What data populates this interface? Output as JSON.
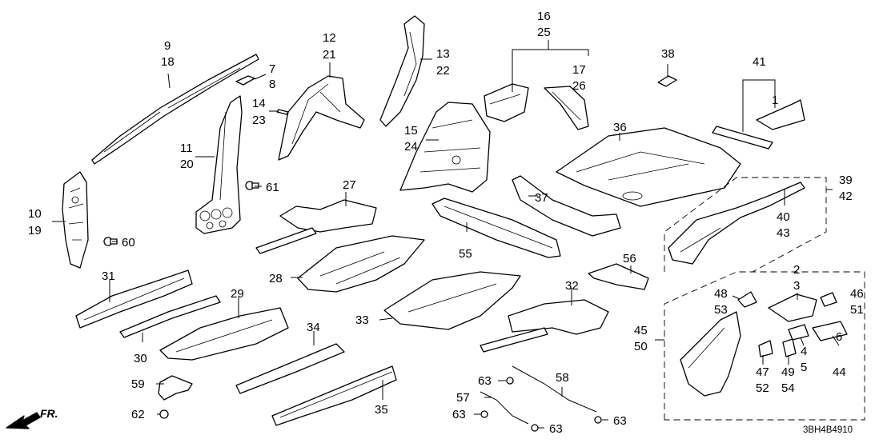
{
  "diagram": {
    "code": "3BH4B4910",
    "direction": "FR."
  },
  "labels": [
    {
      "id": "9",
      "text": "9"
    },
    {
      "id": "18",
      "text": "18"
    },
    {
      "id": "7",
      "text": "7"
    },
    {
      "id": "8",
      "text": "8"
    },
    {
      "id": "12",
      "text": "12"
    },
    {
      "id": "21",
      "text": "21"
    },
    {
      "id": "13",
      "text": "13"
    },
    {
      "id": "22",
      "text": "22"
    },
    {
      "id": "14",
      "text": "14"
    },
    {
      "id": "23",
      "text": "23"
    },
    {
      "id": "11",
      "text": "11"
    },
    {
      "id": "20",
      "text": "20"
    },
    {
      "id": "10",
      "text": "10"
    },
    {
      "id": "19",
      "text": "19"
    },
    {
      "id": "61",
      "text": "61"
    },
    {
      "id": "60",
      "text": "60"
    },
    {
      "id": "15",
      "text": "15"
    },
    {
      "id": "24",
      "text": "24"
    },
    {
      "id": "16",
      "text": "16"
    },
    {
      "id": "25",
      "text": "25"
    },
    {
      "id": "17",
      "text": "17"
    },
    {
      "id": "26",
      "text": "26"
    },
    {
      "id": "38",
      "text": "38"
    },
    {
      "id": "41",
      "text": "41"
    },
    {
      "id": "1",
      "text": "1"
    },
    {
      "id": "36",
      "text": "36"
    },
    {
      "id": "27",
      "text": "27"
    },
    {
      "id": "37",
      "text": "37"
    },
    {
      "id": "39",
      "text": "39"
    },
    {
      "id": "42",
      "text": "42"
    },
    {
      "id": "40",
      "text": "40"
    },
    {
      "id": "43",
      "text": "43"
    },
    {
      "id": "28",
      "text": "28"
    },
    {
      "id": "55",
      "text": "55"
    },
    {
      "id": "56",
      "text": "56"
    },
    {
      "id": "31",
      "text": "31"
    },
    {
      "id": "29",
      "text": "29"
    },
    {
      "id": "30",
      "text": "30"
    },
    {
      "id": "33",
      "text": "33"
    },
    {
      "id": "32",
      "text": "32"
    },
    {
      "id": "34",
      "text": "34"
    },
    {
      "id": "35",
      "text": "35"
    },
    {
      "id": "59",
      "text": "59"
    },
    {
      "id": "62",
      "text": "62"
    },
    {
      "id": "63a",
      "text": "63"
    },
    {
      "id": "63b",
      "text": "63"
    },
    {
      "id": "63c",
      "text": "63"
    },
    {
      "id": "63d",
      "text": "63"
    },
    {
      "id": "57",
      "text": "57"
    },
    {
      "id": "58",
      "text": "58"
    },
    {
      "id": "2",
      "text": "2"
    },
    {
      "id": "3",
      "text": "3"
    },
    {
      "id": "48",
      "text": "48"
    },
    {
      "id": "53",
      "text": "53"
    },
    {
      "id": "46",
      "text": "46"
    },
    {
      "id": "51",
      "text": "51"
    },
    {
      "id": "45",
      "text": "45"
    },
    {
      "id": "50",
      "text": "50"
    },
    {
      "id": "4",
      "text": "4"
    },
    {
      "id": "5",
      "text": "5"
    },
    {
      "id": "6",
      "text": "6"
    },
    {
      "id": "44",
      "text": "44"
    },
    {
      "id": "47",
      "text": "47"
    },
    {
      "id": "52",
      "text": "52"
    },
    {
      "id": "49",
      "text": "49"
    },
    {
      "id": "54",
      "text": "54"
    }
  ]
}
